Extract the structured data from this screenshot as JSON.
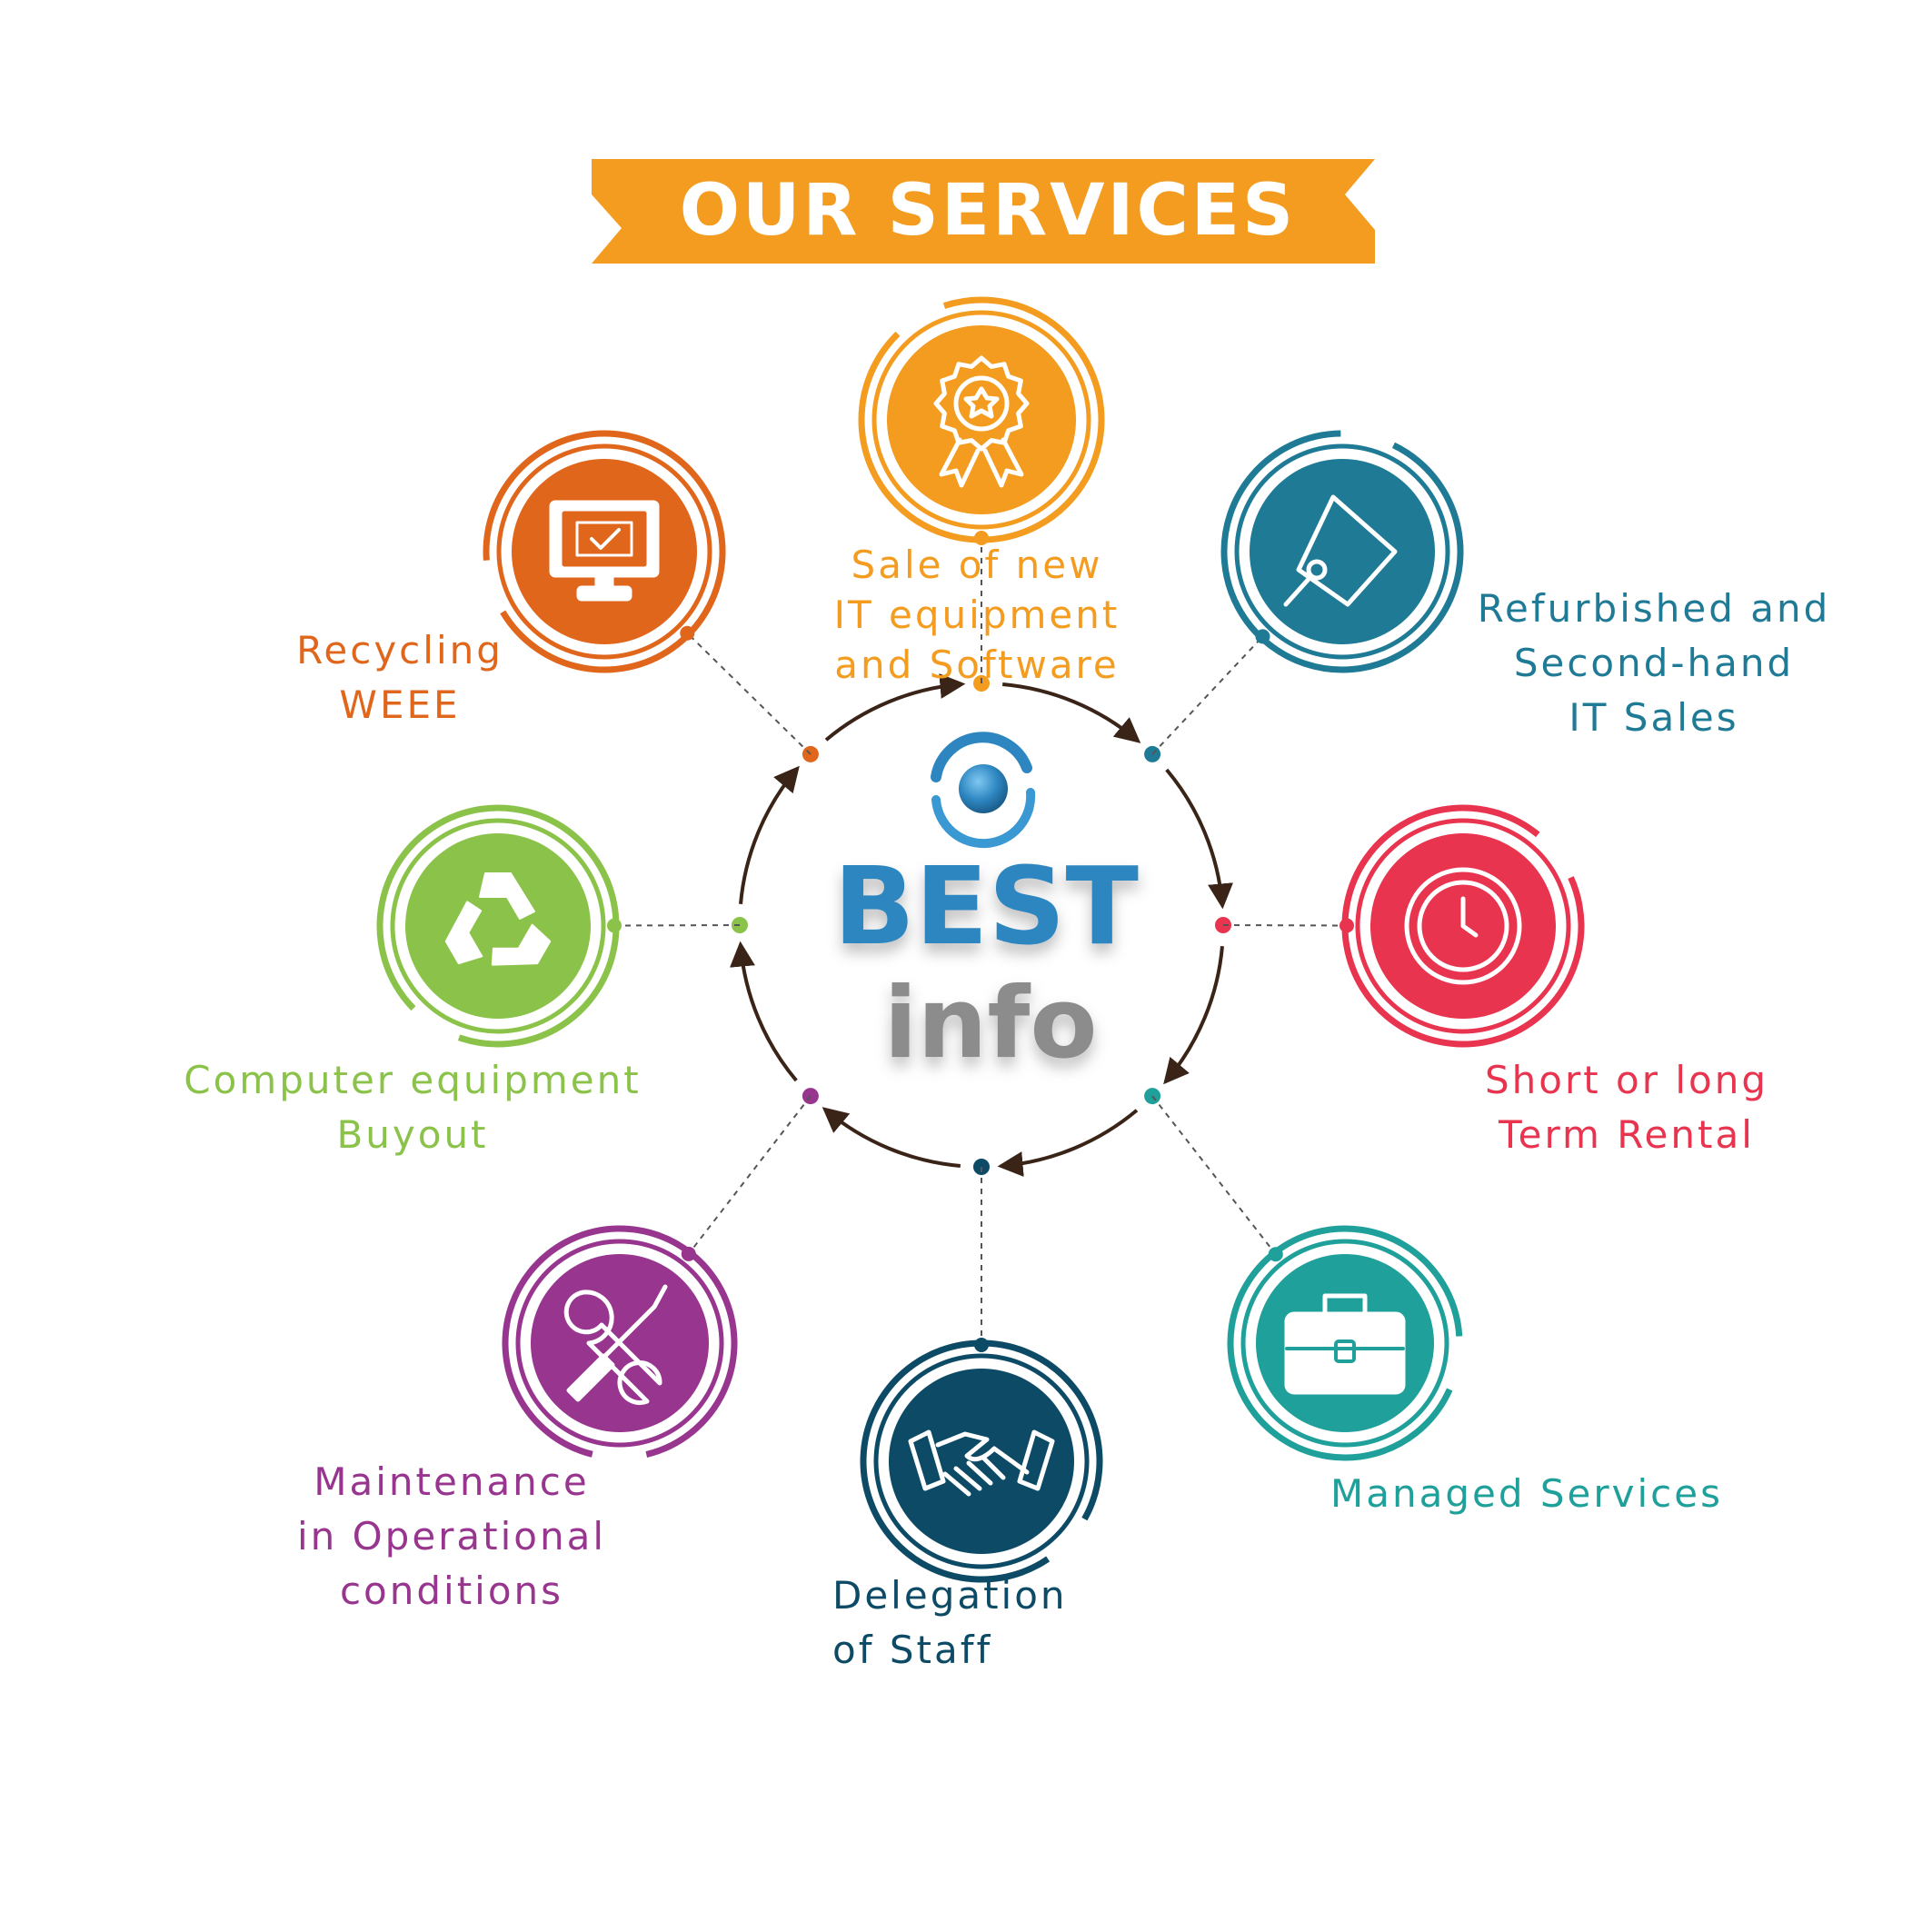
{
  "header": {
    "title": "OUR SERVICES",
    "banner_color": "#F39C1F"
  },
  "logo": {
    "line1": "BEST",
    "line2": "info",
    "line1_color": "#2E86C1",
    "line2_color": "#8C8C8C"
  },
  "services": [
    {
      "id": "sale-new-it",
      "lines": [
        "Sale of new",
        "IT equipment",
        "and Software"
      ],
      "color": "#F39C1F",
      "icon": "award-ribbon-icon"
    },
    {
      "id": "refurbished",
      "lines": [
        "Refurbished and",
        "Second-hand",
        "IT Sales"
      ],
      "color": "#1F7A96",
      "icon": "price-tag-icon"
    },
    {
      "id": "rental",
      "lines": [
        "Short or long",
        "Term Rental"
      ],
      "color": "#E8344E",
      "icon": "clock-icon"
    },
    {
      "id": "managed",
      "lines": [
        "Managed Services"
      ],
      "color": "#1FA09A",
      "icon": "briefcase-icon"
    },
    {
      "id": "delegation",
      "lines": [
        "Delegation",
        "of Staff"
      ],
      "color": "#0D4A66",
      "icon": "handshake-icon"
    },
    {
      "id": "maintenance",
      "lines": [
        "Maintenance",
        "in Operational",
        "conditions"
      ],
      "color": "#97358F",
      "icon": "wrench-screwdriver-icon"
    },
    {
      "id": "buyout",
      "lines": [
        "Computer equipment",
        "Buyout"
      ],
      "color": "#8BC34A",
      "icon": "recycle-icon"
    },
    {
      "id": "recycling",
      "lines": [
        "Recycling",
        "WEEE"
      ],
      "color": "#E0661C",
      "icon": "monitor-check-icon"
    }
  ]
}
